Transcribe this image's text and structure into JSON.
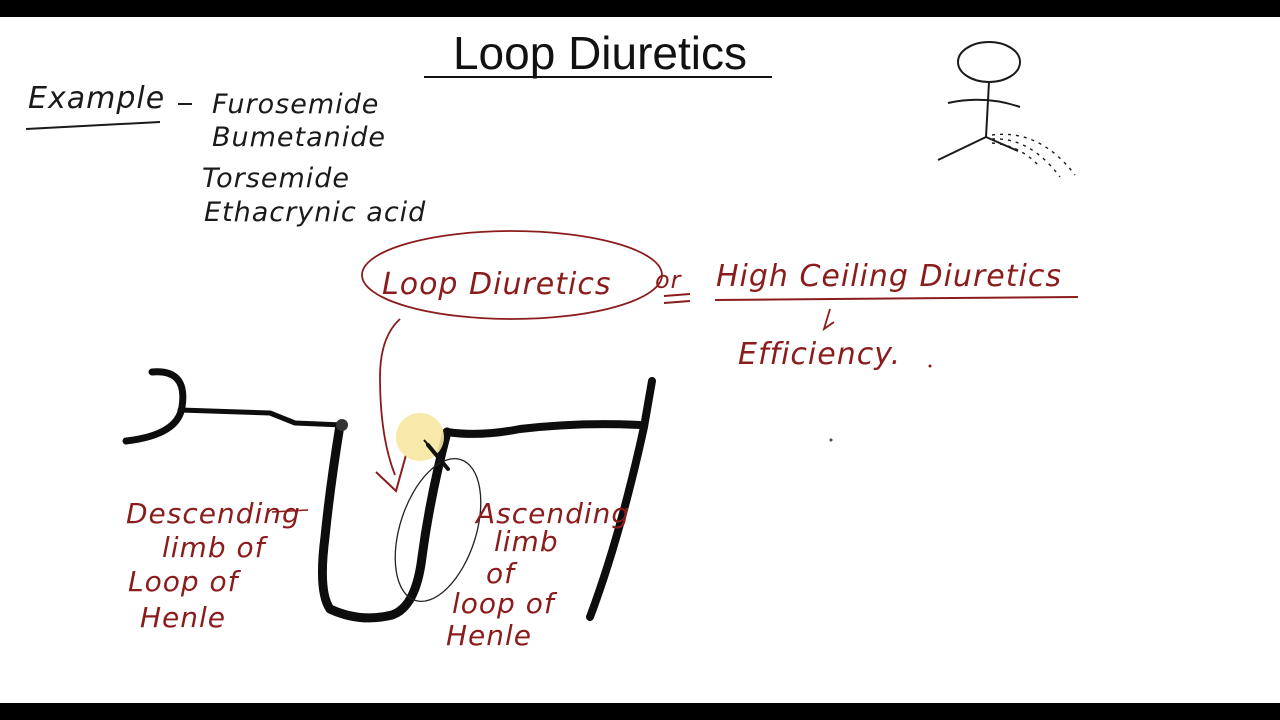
{
  "slide": {
    "title": "Loop Diuretics",
    "example_label": "Example",
    "examples": [
      "Furosemide",
      "Bumetanide",
      "Torsemide",
      "Ethacrynic acid"
    ],
    "loop_diuretics_label": "Loop Diuretics",
    "or_label": "or",
    "high_ceiling_label": "High Ceiling Diuretics",
    "efficiency_label": "Efficiency.",
    "descending_lines": [
      "Descending",
      "limb of",
      "Loop of",
      "Henle"
    ],
    "ascending_lines": [
      "Ascending",
      "limb",
      "of",
      "loop of",
      "Henle"
    ]
  },
  "colors": {
    "ink_black": "#1a1a1a",
    "ink_red": "#8b1c1c",
    "background": "#ffffff",
    "cursor_highlight": "#f5e7a0"
  }
}
